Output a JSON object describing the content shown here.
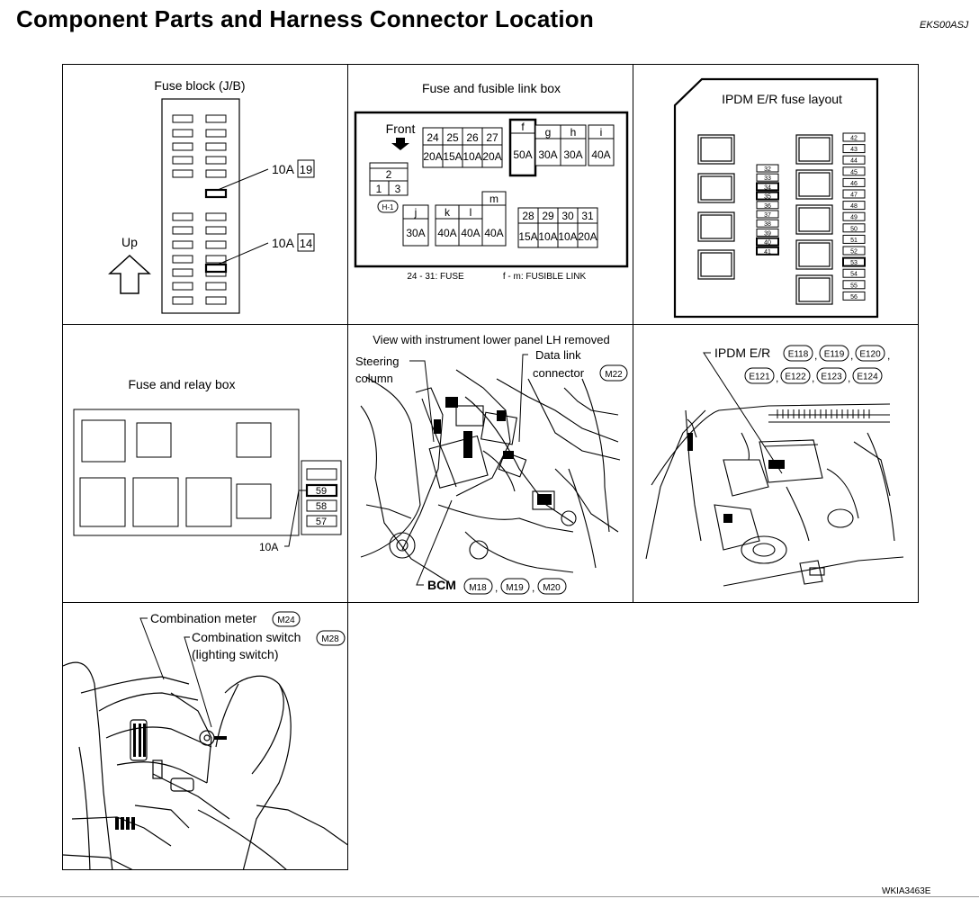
{
  "header": {
    "title": "Component Parts and Harness Connector Location",
    "code": "EKS00ASJ"
  },
  "footer": {
    "code": "WKIA3463E"
  },
  "panel_fuse_block": {
    "title": "Fuse block (J/B)",
    "up_label": "Up",
    "fuse_a_amp": "10A",
    "fuse_a_num": "19",
    "fuse_b_amp": "10A",
    "fuse_b_num": "14"
  },
  "panel_fusible_link": {
    "title": "Fuse and fusible link box",
    "front_label": "Front",
    "fuses_24_27": {
      "nums": [
        "24",
        "25",
        "26",
        "27"
      ],
      "amps": [
        "20A",
        "15A",
        "10A",
        "20A"
      ]
    },
    "links_fgh": {
      "letters": [
        "f",
        "g",
        "h"
      ],
      "amps": [
        "50A",
        "30A",
        "30A"
      ]
    },
    "link_i": {
      "letter": "i",
      "amp": "40A"
    },
    "relay_labels": [
      "2",
      "1",
      "3"
    ],
    "h1_label": "H-1",
    "link_j": {
      "letter": "j",
      "amp": "30A"
    },
    "links_klm": {
      "letters": [
        "k",
        "l",
        "m"
      ],
      "amps": [
        "40A",
        "40A",
        "40A"
      ]
    },
    "fuses_28_31": {
      "nums": [
        "28",
        "29",
        "30",
        "31"
      ],
      "amps": [
        "15A",
        "10A",
        "10A",
        "20A"
      ]
    },
    "legend_fuse": "24 - 31: FUSE",
    "legend_link": "f - m: FUSIBLE LINK"
  },
  "panel_ipdm_layout": {
    "title": "IPDM E/R fuse layout",
    "mid_fuses": [
      "32",
      "33",
      "34",
      "35",
      "36",
      "37",
      "38",
      "39",
      "40",
      "41"
    ],
    "right_fuses": [
      "42",
      "43",
      "44",
      "45",
      "46",
      "47",
      "48",
      "49",
      "50",
      "51",
      "52",
      "53",
      "54",
      "55",
      "56"
    ]
  },
  "panel_relay_box": {
    "title": "Fuse and relay box",
    "fuses": [
      "59",
      "58",
      "57"
    ],
    "amp_label": "10A"
  },
  "panel_instrument": {
    "title": "View with instrument lower panel LH removed",
    "steering_label": "Steering",
    "column_label": "column",
    "data_link_label": "Data link",
    "connector_label": "connector",
    "connector_code": "M22",
    "bcm_label": "BCM",
    "bcm_codes": [
      "M18",
      "M19",
      "M20"
    ]
  },
  "panel_ipdm_engine": {
    "label": "IPDM E/R",
    "codes_row1": [
      "E118",
      "E119",
      "E120"
    ],
    "codes_row2": [
      "E121",
      "E122",
      "E123",
      "E124"
    ]
  },
  "panel_meter": {
    "meter_label": "Combination meter",
    "meter_code": "M24",
    "switch_label": "Combination switch",
    "switch_code": "M28",
    "switch_sub": "(lighting switch)"
  }
}
